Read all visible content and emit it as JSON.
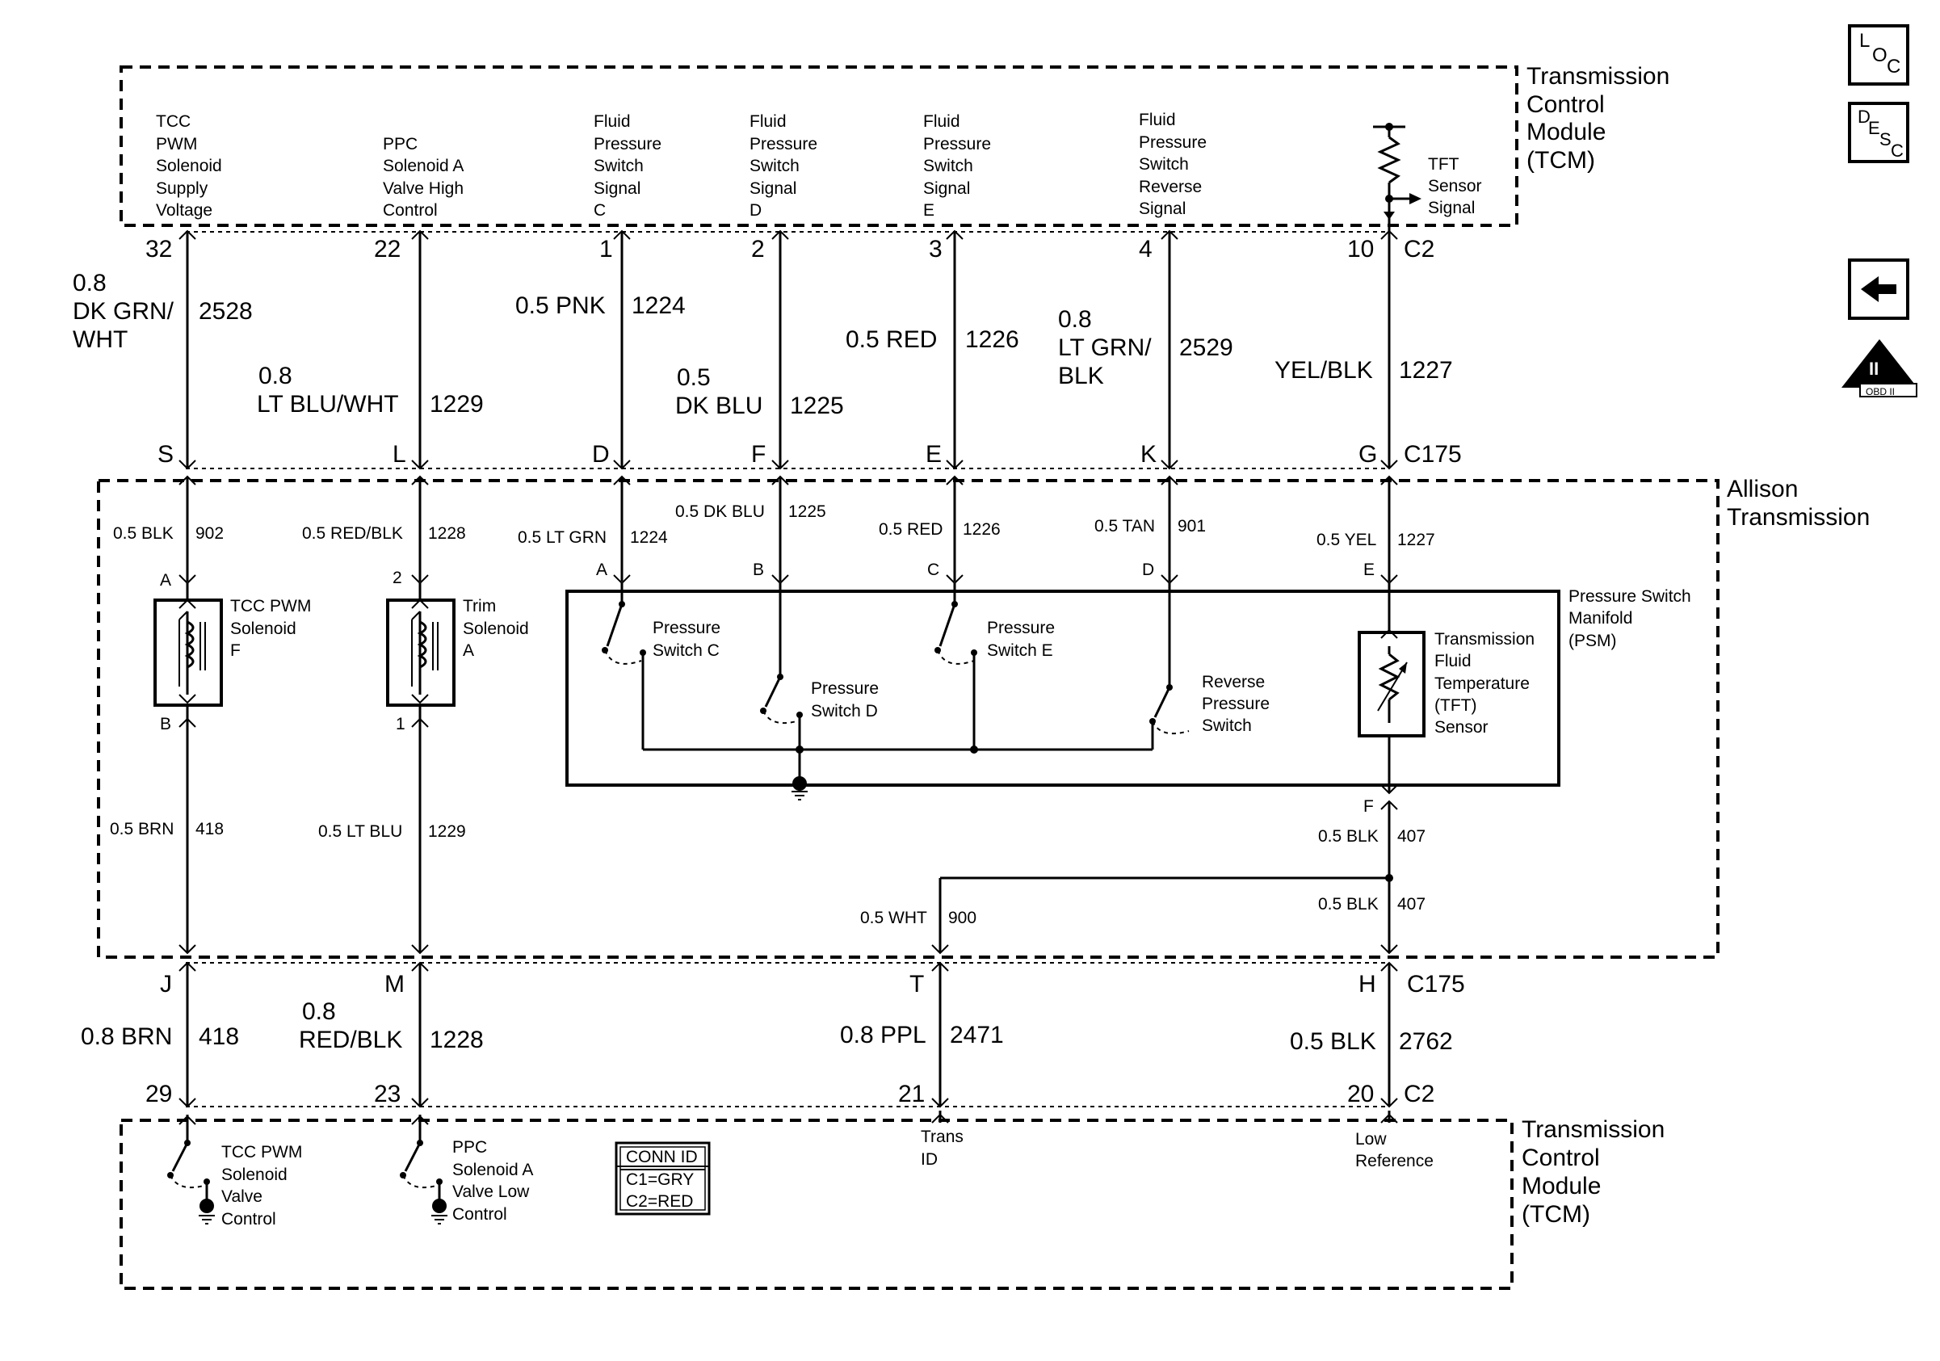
{
  "tcm_top": {
    "title_lines": [
      "Transmission",
      "Control",
      "Module",
      "(TCM)"
    ],
    "connector": "C2",
    "circuits": [
      {
        "lines": [
          "TCC",
          "PWM",
          "Solenoid",
          "Supply",
          "Voltage"
        ],
        "pin": "32"
      },
      {
        "lines": [
          "PPC",
          "Solenoid A",
          "Valve High",
          "Control"
        ],
        "pin": "22"
      },
      {
        "lines": [
          "Fluid",
          "Pressure",
          "Switch",
          "Signal",
          "C"
        ],
        "pin": "1"
      },
      {
        "lines": [
          "Fluid",
          "Pressure",
          "Switch",
          "Signal",
          "D"
        ],
        "pin": "2"
      },
      {
        "lines": [
          "Fluid",
          "Pressure",
          "Switch",
          "Signal",
          "E"
        ],
        "pin": "3"
      },
      {
        "lines": [
          "Fluid",
          "Pressure",
          "Switch",
          "Reverse",
          "Signal"
        ],
        "pin": "4"
      },
      {
        "lines": [
          "TFT",
          "Sensor",
          "Signal"
        ],
        "pin": "10"
      }
    ]
  },
  "upper_harness": {
    "connector": "C175",
    "wires": [
      {
        "color_lines": [
          "0.8",
          "DK GRN/",
          "WHT"
        ],
        "circuit": "2528",
        "pin": "S"
      },
      {
        "color_lines": [
          "0.8",
          "LT BLU/WHT"
        ],
        "circuit": "1229",
        "pin": "L"
      },
      {
        "color_lines": [
          "0.5 PNK"
        ],
        "circuit": "1224",
        "pin": "D"
      },
      {
        "color_lines": [
          "0.5",
          "DK BLU"
        ],
        "circuit": "1225",
        "pin": "F"
      },
      {
        "color_lines": [
          "0.5 RED"
        ],
        "circuit": "1226",
        "pin": "E"
      },
      {
        "color_lines": [
          "0.8",
          "LT GRN/",
          "BLK"
        ],
        "circuit": "2529",
        "pin": "K"
      },
      {
        "color_lines": [
          "YEL/BLK"
        ],
        "circuit": "1227",
        "pin": "G"
      }
    ]
  },
  "allison": {
    "title_lines": [
      "Allison",
      "Transmission"
    ],
    "top_wires": [
      {
        "color": "0.5 BLK",
        "circuit": "902",
        "pin": "A"
      },
      {
        "color": "0.5 RED/BLK",
        "circuit": "1228",
        "pin": "2"
      },
      {
        "color": "0.5 LT GRN",
        "circuit": "1224",
        "pin": "A"
      },
      {
        "color": "0.5 DK BLU",
        "circuit": "1225",
        "pin": "B"
      },
      {
        "color": "0.5 RED",
        "circuit": "1226",
        "pin": "C"
      },
      {
        "color": "0.5 TAN",
        "circuit": "901",
        "pin": "D"
      },
      {
        "color": "0.5 YEL",
        "circuit": "1227",
        "pin": "E"
      }
    ],
    "tcc_solenoid": {
      "lines": [
        "TCC PWM",
        "Solenoid",
        "F"
      ],
      "bottom_pin": "B"
    },
    "trim_solenoid": {
      "lines": [
        "Trim",
        "Solenoid",
        "A"
      ],
      "bottom_pin": "1"
    },
    "psm_lines": [
      "Pressure Switch",
      "Manifold",
      "(PSM)"
    ],
    "switch_c": [
      "Pressure",
      "Switch C"
    ],
    "switch_d": [
      "Pressure",
      "Switch D"
    ],
    "switch_e": [
      "Pressure",
      "Switch E"
    ],
    "switch_rev": [
      "Reverse",
      "Pressure",
      "Switch"
    ],
    "tft_lines": [
      "Transmission",
      "Fluid",
      "Temperature",
      "(TFT)",
      "Sensor"
    ],
    "tft_bottom_pin": "F",
    "bottom_wires": [
      {
        "color": "0.5 BRN",
        "circuit": "418"
      },
      {
        "color": "0.5 LT BLU",
        "circuit": "1229"
      },
      {
        "color": "0.5 WHT",
        "circuit": "900"
      },
      {
        "color": "0.5 BLK",
        "circuit": "407"
      },
      {
        "color": "0.5 BLK",
        "circuit": "407"
      }
    ]
  },
  "lower_harness": {
    "connector": "C175",
    "wires": [
      {
        "pin": "J",
        "color_lines": [
          "0.8 BRN"
        ],
        "circuit": "418"
      },
      {
        "pin": "M",
        "color_lines": [
          "0.8",
          "RED/BLK"
        ],
        "circuit": "1228"
      },
      {
        "pin": "T",
        "color_lines": [
          "0.8 PPL"
        ],
        "circuit": "2471"
      },
      {
        "pin": "H",
        "color_lines": [
          "0.5 BLK"
        ],
        "circuit": "2762"
      }
    ]
  },
  "tcm_bottom": {
    "title_lines": [
      "Transmission",
      "Control",
      "Module",
      "(TCM)"
    ],
    "connector": "C2",
    "circuits": [
      {
        "pin": "29",
        "lines": [
          "TCC PWM",
          "Solenoid",
          "Valve",
          "Control"
        ]
      },
      {
        "pin": "23",
        "lines": [
          "PPC",
          "Solenoid A",
          "Valve Low",
          "Control"
        ]
      },
      {
        "pin": "21",
        "lines": [
          "Trans",
          "ID"
        ]
      },
      {
        "pin": "20",
        "lines": [
          "Low",
          "Reference"
        ]
      }
    ],
    "conn_id": [
      "CONN ID",
      "C1=GRY",
      "C2=RED"
    ]
  },
  "side_icons": {
    "loc": {
      "main": "L",
      "sub": "O",
      "sub2": "C"
    },
    "desc": {
      "main": "D",
      "sub": "E",
      "sub2": "S",
      "sub3": "C"
    },
    "back": "back-arrow",
    "obd": {
      "numeral": "II",
      "label": "OBD II"
    }
  }
}
